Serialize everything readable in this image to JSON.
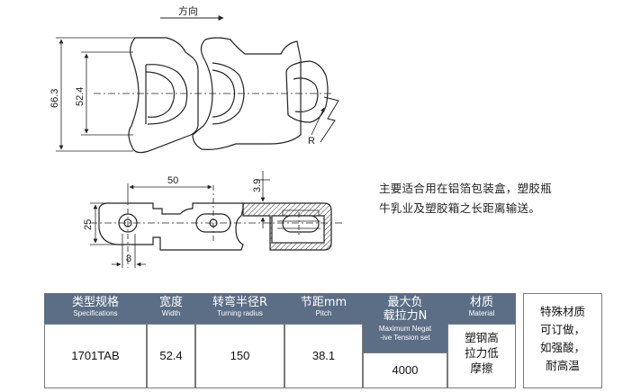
{
  "diagram": {
    "direction_label": "方向",
    "dim_66_3": "66.3",
    "dim_52_4": "52.4",
    "dim_R": "R",
    "dim_50": "50",
    "dim_3_9": "3.9",
    "dim_25": "25",
    "dim_8": "8"
  },
  "description": {
    "line1": "主要适合用在铝箔包装盒，塑胶瓶",
    "line2": "牛乳业及塑胶箱之长距离输送。"
  },
  "table": {
    "headers": {
      "spec_zh": "类型规格",
      "spec_en": "Specifications",
      "width_zh": "宽度",
      "width_en": "Width",
      "turn_zh": "转弯半径R",
      "turn_en": "Turning radius",
      "pitch_zh": "节距mm",
      "pitch_en": "Pitch",
      "load_zh1": "最大负",
      "load_zh2": "载拉力N",
      "load_en1": "Maximum Negat",
      "load_en2": "-ive Tension set",
      "material_zh": "材质",
      "material_en": "Material"
    },
    "row": {
      "spec": "1701TAB",
      "width": "52.4",
      "turn": "150",
      "pitch": "38.1",
      "load": "4000",
      "material_line1": "塑钢高",
      "material_line2": "拉力低",
      "material_line3": "摩擦"
    },
    "special": {
      "line1": "特殊材质",
      "line2": "可订做，",
      "line3": "如强酸，",
      "line4": "耐高温"
    }
  }
}
